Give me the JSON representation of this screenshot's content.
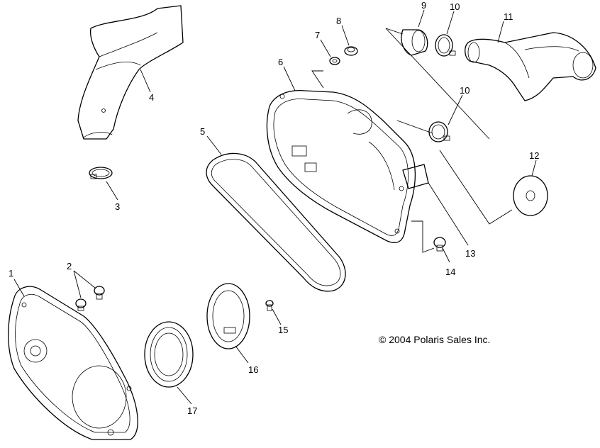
{
  "diagram": {
    "callouts": [
      "1",
      "2",
      "3",
      "4",
      "5",
      "6",
      "7",
      "8",
      "9",
      "10",
      "10",
      "11",
      "12",
      "13",
      "14",
      "15",
      "16",
      "17"
    ],
    "copyright": "© 2004 Polaris Sales Inc.",
    "colors": {
      "line": "#000000",
      "background": "#ffffff"
    }
  }
}
